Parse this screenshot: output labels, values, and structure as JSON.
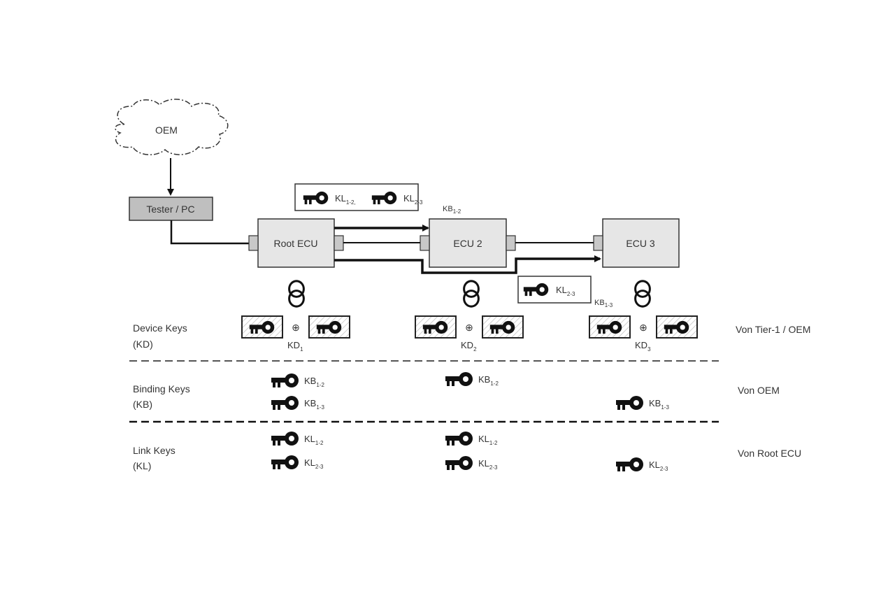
{
  "nodes": {
    "cloud": "OEM",
    "tester": "Tester / PC",
    "root_ecu": "Root ECU",
    "ecu2": "ECU 2",
    "ecu3": "ECU 3"
  },
  "channel_keys": {
    "top_box": [
      {
        "base": "KL",
        "sub": "1-2,"
      },
      {
        "base": "KL",
        "sub": "2-3"
      }
    ],
    "top_binding": {
      "base": "KB",
      "sub": "1-2"
    },
    "bottom_box": [
      {
        "base": "KL",
        "sub": "2-3"
      }
    ],
    "bottom_binding": {
      "base": "KB",
      "sub": "1-3"
    }
  },
  "rows": {
    "device": {
      "label_line1": "Device Keys",
      "label_line2": "(KD)",
      "source": "Von Tier-1 / OEM",
      "ecus": [
        {
          "operator": "⊕",
          "base": "KD",
          "sub": "1"
        },
        {
          "operator": "⊕",
          "base": "KD",
          "sub": "2"
        },
        {
          "operator": "⊕",
          "base": "KD",
          "sub": "3"
        }
      ]
    },
    "binding": {
      "label_line1": "Binding Keys",
      "label_line2": "(KB)",
      "source": "Von OEM",
      "root": [
        {
          "base": "KB",
          "sub": "1-2"
        },
        {
          "base": "KB",
          "sub": "1-3"
        }
      ],
      "ecu2": [
        {
          "base": "KB",
          "sub": "1-2"
        }
      ],
      "ecu3": [
        {
          "base": "KB",
          "sub": "1-3"
        }
      ]
    },
    "link": {
      "label_line1": "Link Keys",
      "label_line2": "(KL)",
      "source": "Von Root ECU",
      "root": [
        {
          "base": "KL",
          "sub": "1-2"
        },
        {
          "base": "KL",
          "sub": "2-3"
        }
      ],
      "ecu2": [
        {
          "base": "KL",
          "sub": "1-2"
        },
        {
          "base": "KL",
          "sub": "2-3"
        }
      ],
      "ecu3": [
        {
          "base": "KL",
          "sub": "2-3"
        }
      ]
    }
  },
  "icons": {
    "key": "key-icon",
    "chain": "chain-link-icon",
    "cloud": "cloud-icon"
  },
  "colors": {
    "ecu_fill": "#e6e6e6",
    "tester_fill": "#bfbfbf",
    "port_fill": "#c8c8c8",
    "line": "#111111"
  }
}
